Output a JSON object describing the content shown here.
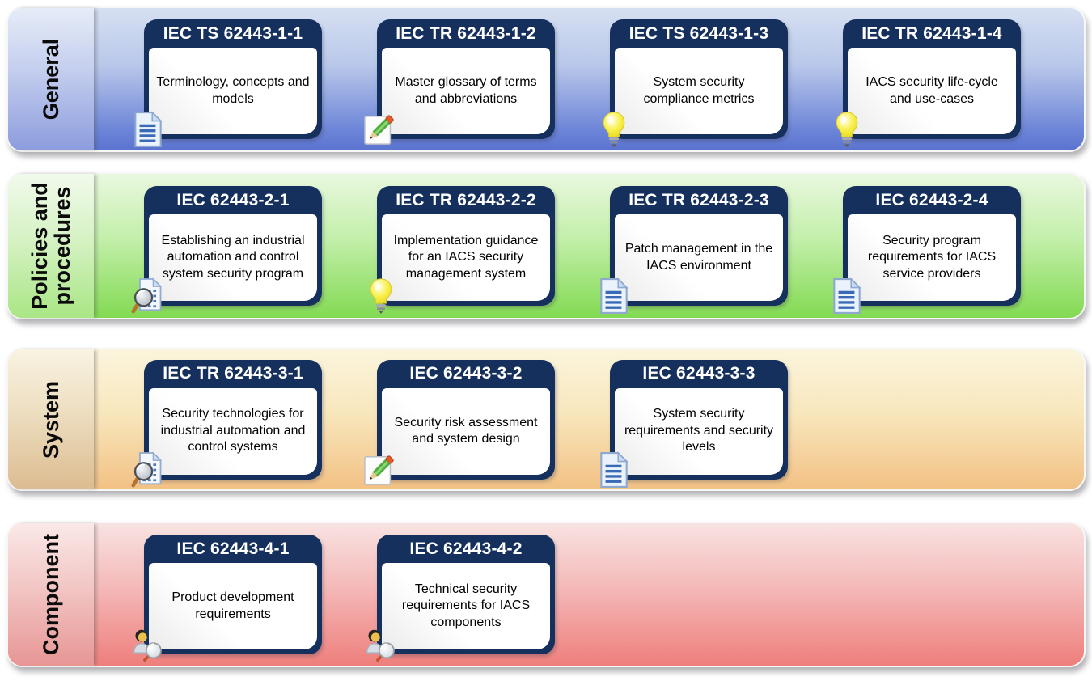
{
  "palette": {
    "card_navy": "#16305e",
    "card_body_white": "#ffffff",
    "header_text": "#ffffff",
    "body_text": "#000000",
    "general_band_top": "#d6e0f2",
    "general_band_bottom": "#5a73cf",
    "policies_band_top": "#e9f8df",
    "policies_band_bottom": "#82da52",
    "system_band_top": "#fbf5dd",
    "system_band_bottom": "#f2c184",
    "component_band_top": "#f8e3e2",
    "component_band_bottom": "#ee7f7c"
  },
  "rows": [
    {
      "label": "General",
      "cards": [
        {
          "code": "IEC TS 62443-1-1",
          "description": "Terminology, concepts and models",
          "icon": "document-icon"
        },
        {
          "code": "IEC TR 62443-1-2",
          "description": "Master glossary of terms and abbreviations",
          "icon": "pencil-icon"
        },
        {
          "code": "IEC TS 62443-1-3",
          "description": "System security compliance metrics",
          "icon": "lightbulb-icon"
        },
        {
          "code": "IEC TR 62443-1-4",
          "description": "IACS security life-cycle and use-cases",
          "icon": "lightbulb-icon"
        }
      ]
    },
    {
      "label": "Policies and procedures",
      "cards": [
        {
          "code": "IEC 62443-2-1",
          "description": "Establishing an industrial automation and control system security program",
          "icon": "magnifier-document-icon"
        },
        {
          "code": "IEC TR 62443-2-2",
          "description": "Implementation guidance for an IACS security management system",
          "icon": "lightbulb-icon"
        },
        {
          "code": "IEC TR 62443-2-3",
          "description": "Patch management in the IACS environment",
          "icon": "document-icon"
        },
        {
          "code": "IEC 62443-2-4",
          "description": "Security program requirements for IACS service providers",
          "icon": "document-icon"
        }
      ]
    },
    {
      "label": "System",
      "cards": [
        {
          "code": "IEC TR 62443-3-1",
          "description": "Security technologies for industrial automation and control systems",
          "icon": "magnifier-document-icon"
        },
        {
          "code": "IEC 62443-3-2",
          "description": "Security risk assessment and system design",
          "icon": "pencil-icon"
        },
        {
          "code": "IEC 62443-3-3",
          "description": "System security requirements and security levels",
          "icon": "document-icon"
        }
      ]
    },
    {
      "label": "Component",
      "cards": [
        {
          "code": "IEC 62443-4-1",
          "description": "Product development requirements",
          "icon": "person-magnifier-icon"
        },
        {
          "code": "IEC 62443-4-2",
          "description": "Technical security requirements for IACS components",
          "icon": "person-magnifier-icon"
        }
      ]
    }
  ]
}
